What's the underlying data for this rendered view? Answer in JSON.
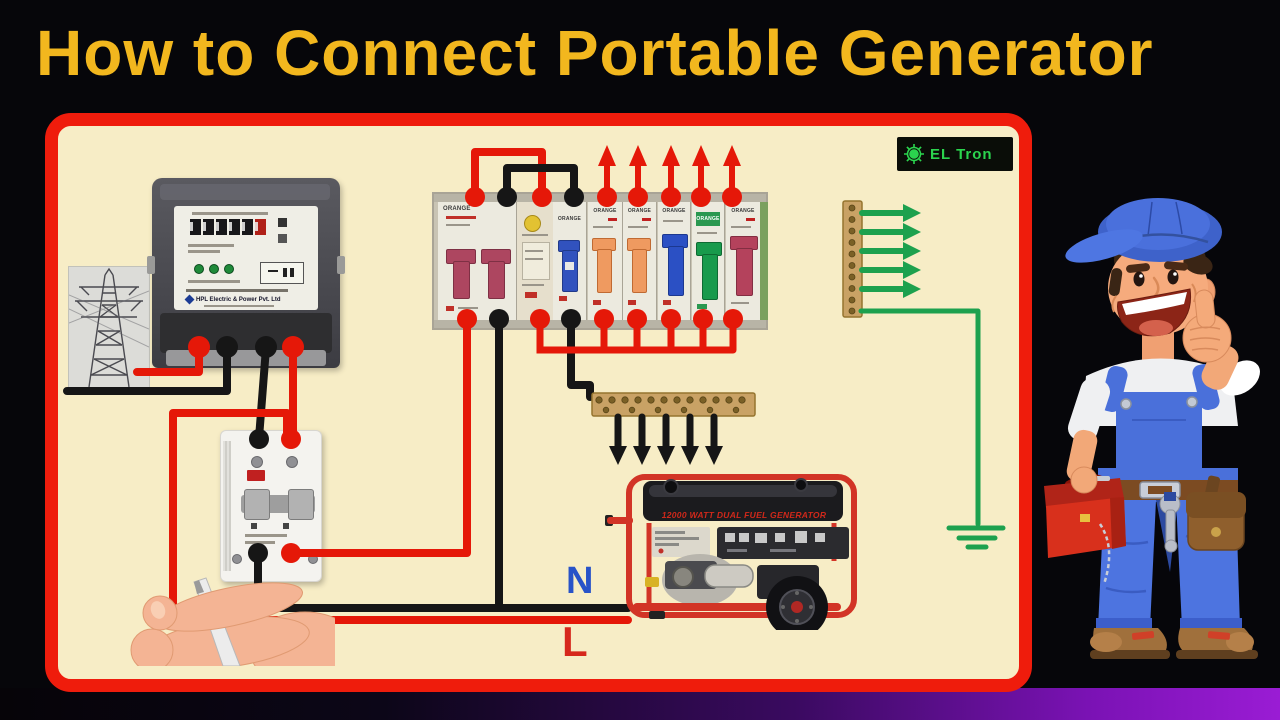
{
  "title": "How to Connect Portable Generator",
  "logo": {
    "text": "EL Tron"
  },
  "diagram": {
    "meter": {
      "company": "HPL Electric & Power Pvt. Ltd"
    },
    "board": {
      "brand": "ORANGE"
    },
    "generator": {
      "banner": "12000 WATT DUAL FUEL GENERATOR"
    },
    "labels": {
      "neutral": "N",
      "line": "L"
    }
  },
  "colors": {
    "title": "#f2b71e",
    "panel_bg": "#f7edc6",
    "panel_border": "#ef1c0c",
    "wire_line": "#e51808",
    "wire_neutral": "#161616",
    "earth_green": "#1da14e",
    "logo_green": "#2bd44e"
  }
}
